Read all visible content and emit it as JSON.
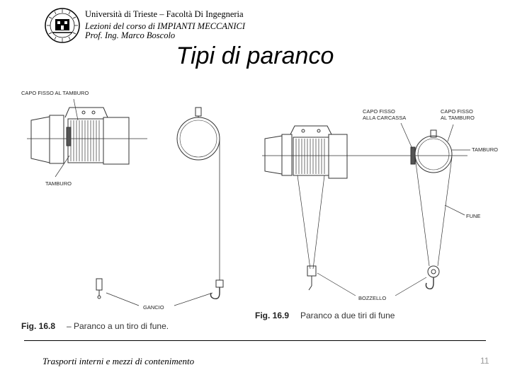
{
  "header": {
    "university": "Università di Trieste – Facoltà Di Ingegneria",
    "course": "Lezioni del corso di IMPIANTI MECCANICI",
    "professor": "Prof. Ing. Marco Boscolo"
  },
  "slide": {
    "title": "Tipi di paranco"
  },
  "figure_16_8": {
    "label_capo_fisso": "CAPO FISSO AL TAMBURO",
    "label_tamburo": "TAMBURO",
    "label_gancio": "GANCIO",
    "caption_number": "Fig. 16.8",
    "caption_text": "– Paranco a un tiro di fune."
  },
  "figure_16_9": {
    "label_capo_fisso_carcassa_1": "CAPO FISSO",
    "label_capo_fisso_carcassa_2": "ALLA CARCASSA",
    "label_capo_fisso_tamburo_1": "CAPO FISSO",
    "label_capo_fisso_tamburo_2": "AL TAMBURO",
    "label_tamburo": "TAMBURO",
    "label_fune": "FUNE",
    "label_bozzello": "BOZZELLO",
    "caption_number": "Fig. 16.9",
    "caption_text": "Paranco a due tiri di fune"
  },
  "footer": {
    "text": "Trasporti interni e mezzi di contenimento",
    "page": "11"
  }
}
